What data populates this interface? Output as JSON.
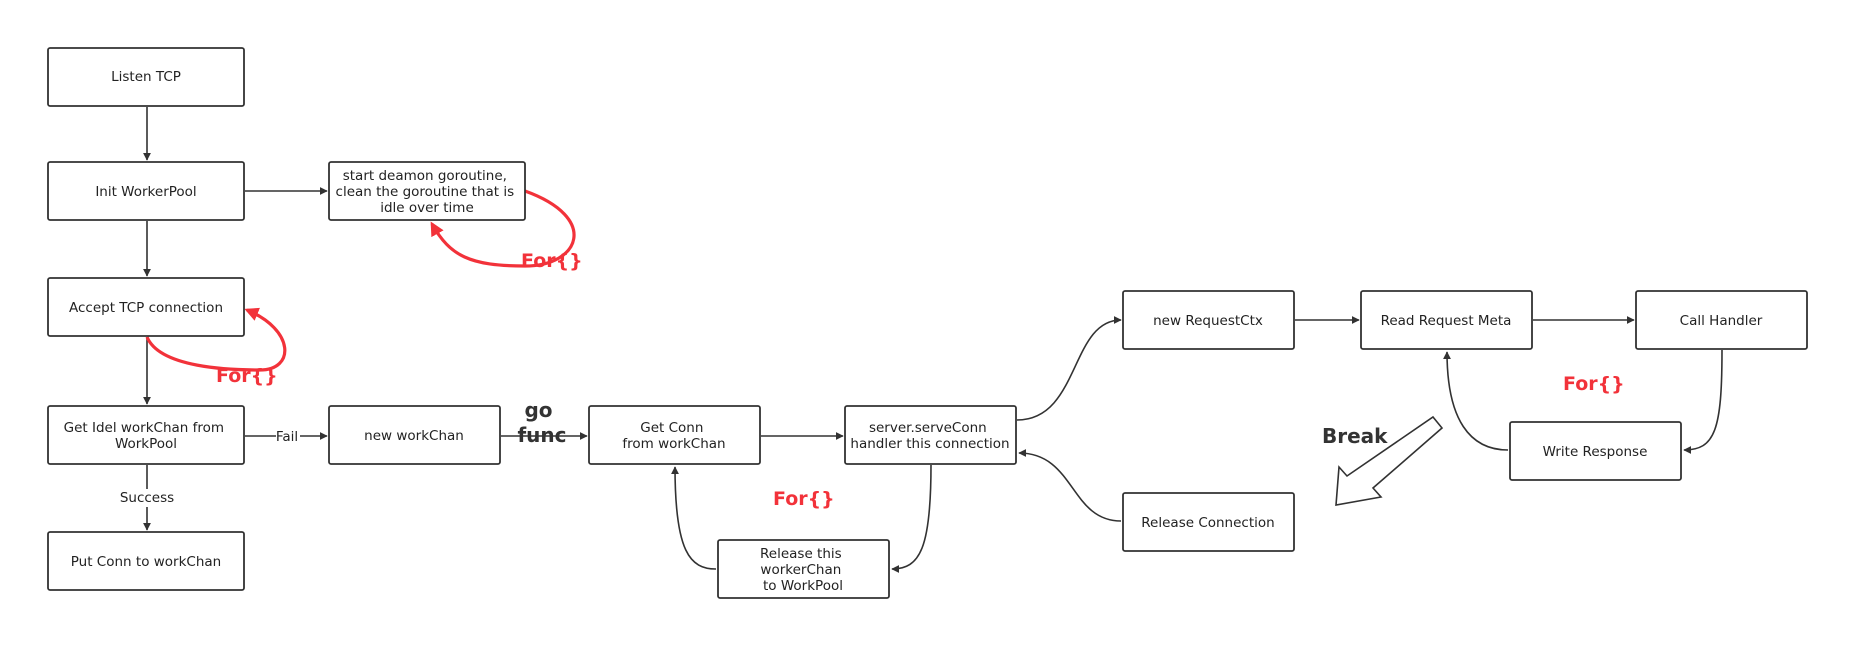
{
  "nodes": {
    "listen_tcp": [
      "Listen TCP"
    ],
    "init_workerpool": [
      "Init WorkerPool"
    ],
    "start_daemon": [
      "start deamon goroutine,",
      "clean the goroutine that is",
      "idle over time"
    ],
    "accept_tcp": [
      "Accept TCP connection"
    ],
    "get_idle_workchan": [
      "Get Idel workChan from",
      "WorkPool"
    ],
    "put_conn": [
      "Put Conn to workChan"
    ],
    "new_workchan": [
      "new workChan"
    ],
    "get_conn": [
      "Get Conn",
      "from workChan"
    ],
    "serve_conn": [
      "server.serveConn",
      "handler this connection"
    ],
    "release_worker": [
      "Release this",
      "workerChan",
      "to WorkPool"
    ],
    "new_requestctx": [
      "new RequestCtx"
    ],
    "read_request_meta": [
      "Read Request Meta"
    ],
    "call_handler": [
      "Call Handler"
    ],
    "write_response": [
      "Write Response"
    ],
    "release_connection": [
      "Release Connection"
    ]
  },
  "edge_labels": {
    "fail": "Fail",
    "success": "Success",
    "go_func": [
      "go",
      "func"
    ]
  },
  "loop_labels": {
    "daemon_loop": "For{}",
    "accept_loop": "For{}",
    "worker_loop": "For{}",
    "request_loop": "For{}"
  },
  "annotations": {
    "break": "Break"
  },
  "colors": {
    "stroke": "#323232",
    "loop": "#f2323a",
    "text": "#222222"
  }
}
